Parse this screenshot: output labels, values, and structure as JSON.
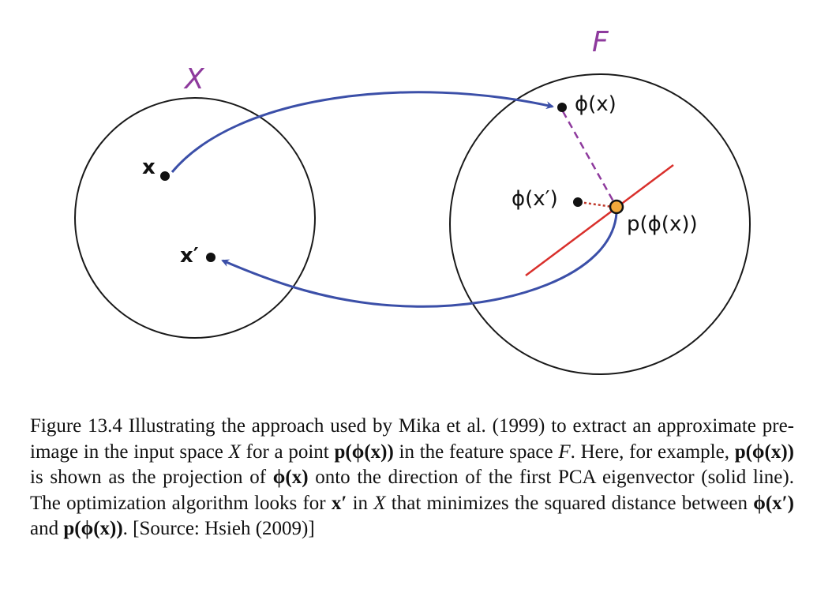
{
  "figure": {
    "input_space_label": "X",
    "feature_space_label": "F",
    "point_x_label": "x",
    "point_x_prime_label": "x′",
    "phi_x_label": "ϕ(x)",
    "phi_x_prime_label": "ϕ(x′)",
    "projection_label": "p(ϕ(x))",
    "colors": {
      "space_label": "#8e3a9d",
      "mapping_arrow": "#3b4fa8",
      "eigenvector_line": "#d9302c",
      "projection_dash": "#8e3a9d",
      "distance_dot": "#c0392b",
      "projection_point": "#f2a93b",
      "circle": "#1a1a1a"
    }
  },
  "caption": {
    "segments": [
      {
        "text": "Figure 13.4 Illustrating the approach used by Mika et al. (1999) to extract an approximate pre-image in the input space ",
        "style": "plain"
      },
      {
        "text": "X",
        "style": "italic"
      },
      {
        "text": " for a point ",
        "style": "plain"
      },
      {
        "text": "p(ϕ(x))",
        "style": "bold"
      },
      {
        "text": " in the feature space ",
        "style": "plain"
      },
      {
        "text": "F",
        "style": "italic"
      },
      {
        "text": ". Here, for example, ",
        "style": "plain"
      },
      {
        "text": "p(ϕ(x))",
        "style": "bold"
      },
      {
        "text": " is shown as the projection of ",
        "style": "plain"
      },
      {
        "text": "ϕ(x)",
        "style": "bold"
      },
      {
        "text": " onto the direction of the first PCA eigenvector (solid line). The optimization algorithm looks for ",
        "style": "plain"
      },
      {
        "text": "x′",
        "style": "bold"
      },
      {
        "text": " in ",
        "style": "plain"
      },
      {
        "text": "X",
        "style": "italic"
      },
      {
        "text": " that minimizes the squared distance between ",
        "style": "plain"
      },
      {
        "text": "ϕ(x′)",
        "style": "bold"
      },
      {
        "text": " and ",
        "style": "plain"
      },
      {
        "text": "p(ϕ(x))",
        "style": "bold"
      },
      {
        "text": ". [Source: Hsieh (2009)]",
        "style": "plain"
      }
    ]
  }
}
